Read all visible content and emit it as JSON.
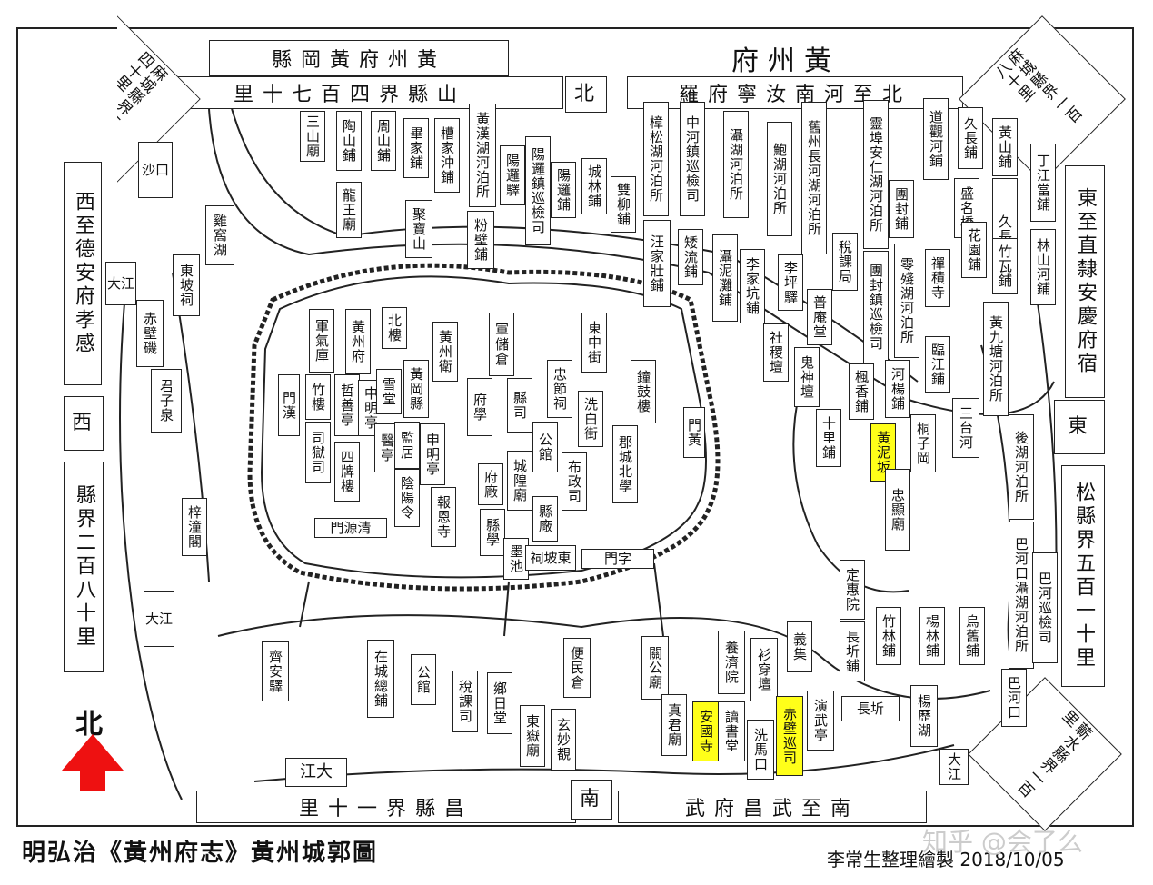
{
  "colors": {
    "highlight": "#ffff19",
    "arrow": "#ee1111",
    "line": "#222222"
  },
  "header": {
    "top_left_bar": "縣岡黃府州黃",
    "top_left_bar2": "里十七百四界縣山",
    "top_right_title": "府州黃",
    "top_right_bar": "羅府寧汝南河至北",
    "north_box": "北"
  },
  "corners": {
    "tl": "麻城縣界二百四十里",
    "tr": "麻城縣界一百八十里",
    "br": "蘄水縣界一百里"
  },
  "sides": {
    "west_top": "西至德安府孝感",
    "west_mid": "西",
    "west_bottom": "縣界二百八十里",
    "east_top": "東至直隸安慶府宿",
    "east_mid": "東",
    "east_bottom": "松縣界五百一十里"
  },
  "footer": {
    "bar": "里十一界縣昌",
    "south_box": "南",
    "right_bar": "武府昌武至南",
    "river_box": "江大",
    "title": "明弘治《黃州府志》黃州城郭圖",
    "author": "李常生整理繪製  2018/10/05",
    "watermark": "知乎 @会了么",
    "north_label": "北"
  },
  "places": [
    {
      "t": "沙口"
    },
    {
      "t": "三山廟"
    },
    {
      "t": "陶山鋪"
    },
    {
      "t": "周山鋪"
    },
    {
      "t": "畢家鋪"
    },
    {
      "t": "槽家沖鋪"
    },
    {
      "t": "黃漢湖河泊所"
    },
    {
      "t": "陽邏驛"
    },
    {
      "t": "陽邏鎮巡檢司"
    },
    {
      "t": "陽邏鋪"
    },
    {
      "t": "城林鋪"
    },
    {
      "t": "雙柳鋪"
    },
    {
      "t": "樟松湖河泊所"
    },
    {
      "t": "中河鎮巡檢司"
    },
    {
      "t": "灄湖河泊所"
    },
    {
      "t": "鮑湖河泊所"
    },
    {
      "t": "舊州長河湖河泊所"
    },
    {
      "t": "靈埠安仁湖河泊所"
    },
    {
      "t": "道觀河鋪"
    },
    {
      "t": "久長鋪"
    },
    {
      "t": "黃山鋪"
    },
    {
      "t": "丁江當鋪"
    },
    {
      "t": "雞窩湖"
    },
    {
      "t": "龍王廟"
    },
    {
      "t": "聚寶山"
    },
    {
      "t": "粉壁鋪"
    },
    {
      "t": "汪家壯鋪"
    },
    {
      "t": "矮流鋪"
    },
    {
      "t": "團封鋪"
    },
    {
      "t": "盛名橋"
    },
    {
      "t": "久長市"
    },
    {
      "t": "竹瓦鋪"
    },
    {
      "t": "林山河鋪"
    },
    {
      "t": "大江"
    },
    {
      "t": "東坡祠"
    },
    {
      "t": "赤壁磯"
    },
    {
      "t": "灄泥灘鋪"
    },
    {
      "t": "李家坑鋪"
    },
    {
      "t": "李坪驛"
    },
    {
      "t": "稅課局"
    },
    {
      "t": "團封鎮巡檢司"
    },
    {
      "t": "零殘湖河泊所"
    },
    {
      "t": "禪積寺"
    },
    {
      "t": "花園鋪"
    },
    {
      "t": "黃九塘河泊所"
    },
    {
      "t": "普庵堂"
    },
    {
      "t": "社稷壇"
    },
    {
      "t": "軍氣庫"
    },
    {
      "t": "黃州府"
    },
    {
      "t": "北樓"
    },
    {
      "t": "黃州衛"
    },
    {
      "t": "軍儲倉"
    },
    {
      "t": "東中街"
    },
    {
      "t": "臨江鋪"
    },
    {
      "t": "鬼神壇"
    },
    {
      "t": "楓香鋪"
    },
    {
      "t": "河楊鋪"
    },
    {
      "t": "竹樓"
    },
    {
      "t": "哲善亭"
    },
    {
      "t": "中明亭"
    },
    {
      "t": "雪堂"
    },
    {
      "t": "黃岡縣"
    },
    {
      "t": "府學"
    },
    {
      "t": "縣司"
    },
    {
      "t": "忠節祠"
    },
    {
      "t": "洗白街"
    },
    {
      "t": "鐘鼓樓"
    },
    {
      "t": "三台河"
    },
    {
      "t": "後湖河泊所"
    },
    {
      "t": "君子泉"
    },
    {
      "t": "司獄司"
    },
    {
      "t": "四牌樓"
    },
    {
      "t": "醫亭"
    },
    {
      "t": "監居"
    },
    {
      "t": "申明亭"
    },
    {
      "t": "公館"
    },
    {
      "t": "郡城北學"
    },
    {
      "t": "十里鋪"
    },
    {
      "t": "黃泥坂"
    },
    {
      "t": "桐子岡"
    },
    {
      "t": "布政司"
    },
    {
      "t": "陰陽令"
    },
    {
      "t": "府廠"
    },
    {
      "t": "城隍廟"
    },
    {
      "t": "報恩寺"
    },
    {
      "t": "縣廠"
    },
    {
      "t": "忠顯廟"
    },
    {
      "t": "梓潼閣"
    },
    {
      "t": "縣學"
    },
    {
      "t": "墨池"
    },
    {
      "t": "祠坡東"
    },
    {
      "t": "巴河口灄湖河泊所"
    },
    {
      "t": "巴河巡檢司"
    },
    {
      "t": "定惠院"
    },
    {
      "t": "大江"
    },
    {
      "t": "竹林鋪"
    },
    {
      "t": "楊林鋪"
    },
    {
      "t": "烏舊鋪"
    },
    {
      "t": "義集"
    },
    {
      "t": "長圻鋪"
    },
    {
      "t": "齊安驛"
    },
    {
      "t": "在城總鋪"
    },
    {
      "t": "公館"
    },
    {
      "t": "便民倉"
    },
    {
      "t": "關公廟"
    },
    {
      "t": "養濟院"
    },
    {
      "t": "衫穿壇"
    },
    {
      "t": "巴河口"
    },
    {
      "t": "稅課司"
    },
    {
      "t": "鄉日堂"
    },
    {
      "t": "東嶽廟"
    },
    {
      "t": "玄妙覩"
    },
    {
      "t": "真君廟"
    },
    {
      "t": "安國寺"
    },
    {
      "t": "讀書堂"
    },
    {
      "t": "洗馬口"
    },
    {
      "t": "赤壁巡司"
    },
    {
      "t": "演武亭"
    },
    {
      "t": "長圻"
    },
    {
      "t": "楊歷湖"
    },
    {
      "t": "大江"
    },
    {
      "t": "門源清"
    },
    {
      "t": "門字"
    },
    {
      "t": "門漢"
    },
    {
      "t": "門黃"
    }
  ]
}
